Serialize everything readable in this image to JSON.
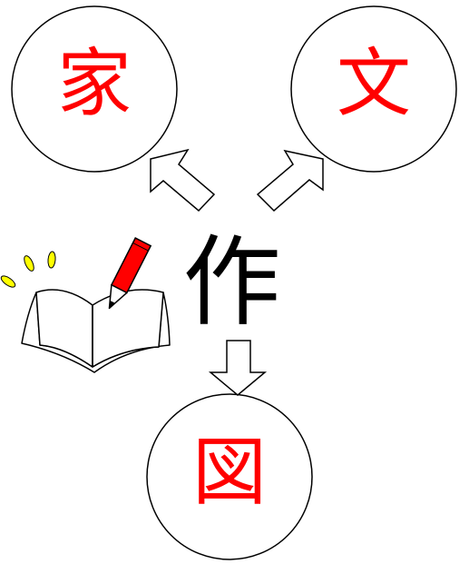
{
  "colors": {
    "accent_red": "#ff0000",
    "ink": "#000000",
    "spark_yellow": "#ffff00",
    "pencil_red": "#ff0000"
  },
  "diagram": {
    "center_character": "作",
    "nodes": [
      {
        "id": "top-left",
        "character": "家"
      },
      {
        "id": "top-right",
        "character": "文"
      },
      {
        "id": "bottom",
        "character": "図"
      }
    ],
    "icons": [
      {
        "name": "open-book-with-pencil-icon"
      },
      {
        "name": "arrow-up-left-icon"
      },
      {
        "name": "arrow-up-right-icon"
      },
      {
        "name": "arrow-down-icon"
      }
    ]
  }
}
